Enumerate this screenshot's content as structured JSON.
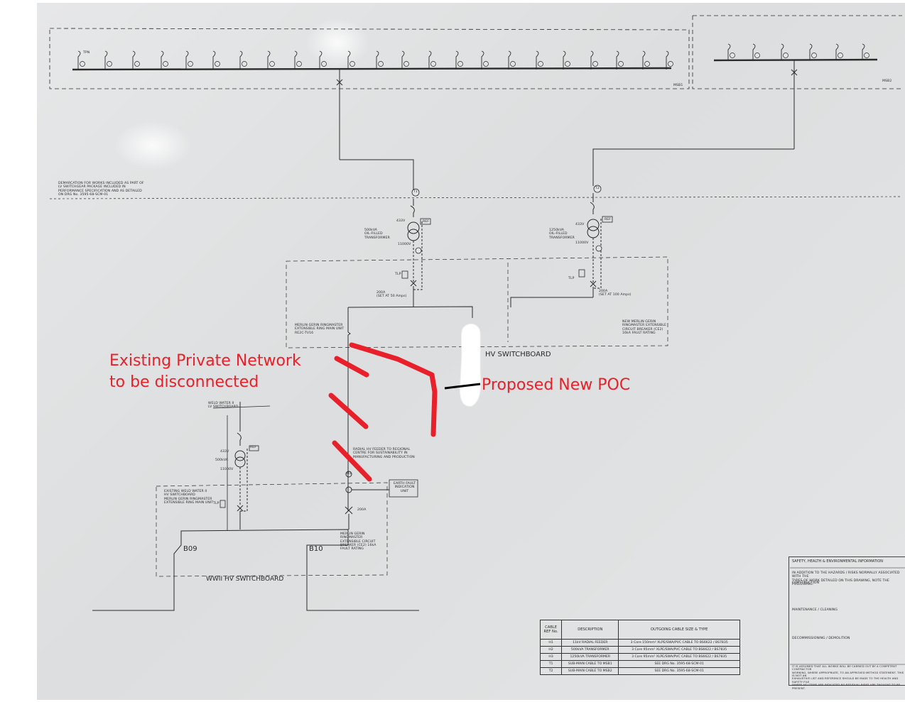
{
  "annotations": {
    "disconnect_note": "Existing Private Network\nto be disconnected",
    "poc_note": "Proposed New POC",
    "hv_switchboard_label": "HV SWITCHBOARD",
    "annotation_color": "#e8202a"
  },
  "msb": {
    "msb1_label": "MSB1",
    "msb2_label": "MSB2",
    "tpn_label": "TPN"
  },
  "demarcation_note": "DEMARCATION FOR WORKS INCLUDED AS PART OF\nLV SWITCHGEAR PACKAGE INCLUDED IN\nPERFORMANCE SPECIFICATION AND AS DETAILED\nON DRG No. 3595-68-SCM-01",
  "cable_tags": {
    "t1": "T1",
    "t2": "T2",
    "h1": "H1",
    "h2": "H2",
    "h3": "H3"
  },
  "transformer1": {
    "lv": "433V",
    "desc": "500kVA\nOIL-FILLED\nTRANSFORMER",
    "hv": "11000V",
    "ref": "REF",
    "tlp": "TLP",
    "breaker": "200A\n(SET AT 50 Amps)"
  },
  "transformer2": {
    "lv": "433V",
    "desc": "1250kVA\nOIL-FILLED\nTRANSFORMER",
    "hv": "11000V",
    "ref": "REF",
    "tlp": "TLP",
    "breaker": "200A\n(SET AT 100 Amps)"
  },
  "rmu_note": "MERLIN GERIN RINGMASTER\nEXTENSIBLE RING MAIN UNIT\nRE2C-TV16",
  "new_cb_note": "NEW MERLIN GERIN\nRINGMASTER EXTENSIBLE\nCIRCUIT BREAKER (CE2)\n16kA FAULT RATING",
  "weld_water": {
    "header": "WELD WATER II\nLV SWITCHBOARD",
    "lv": "433V",
    "kva": "500kVA",
    "hv": "11000V",
    "ref": "REF",
    "tlp": "TLP",
    "existing": "EXISTING WELD WATER II\nHV SWITCHBOARD\nMERLIN GERIN RINGMASTER\nEXTENSIBLE RING MAIN UNIT"
  },
  "radial_feeder_note": "RADIAL HV FEEDER TO REGIONAL\nCENTRE FOR SUSTAINABILITY IN\nMANUFACTURING AND PRODUCTION",
  "earth_fault_unit": "EARTH FAULT\nINDICATION\nUNIT",
  "breaker_200a": "200A",
  "merlin_cb_note": "MERLIN GERIN\nRINGMASTER\nEXTENSIBLE CIRCUIT\nBREAKER (CE2) 16kA\nFAULT RATING",
  "wwii": {
    "b09": "B09",
    "b10": "B10",
    "label": "WWII HV SWITCHBOARD"
  },
  "she_block": {
    "title": "SAFETY, HEALTH & ENVIRONMENTAL INFORMATION",
    "intro": "IN ADDITION TO THE HAZARDS / RISKS NORMALLY ASSOCIATED WITH THE\nTYPES OF WORK DETAILED ON THIS DRAWING, NOTE THE FOLLOWING:",
    "construction": "CONSTRUCTION",
    "maintenance": "MAINTENANCE / CLEANING",
    "decommissioning": "DECOMMISSIONING / DEMOLITION",
    "footer": "IT IS ASSUMED THAT ALL WORKS WILL BE CARRIED OUT BY A COMPETENT CONTRACTOR\nWORKING, WHERE APPROPRIATE, TO AN APPROVED METHOD STATEMENT. THIS IS NOT AN\nEXHAUSTIVE LIST AND REFERENCE SHOULD BE MADE TO THE HEALTH AND SAFETY FILE\nWHERE NO ITEMS ARE INDICATED NO RESIDUAL RISKS ARE THOUGHT TO BE PRESENT."
  },
  "cable_schedule": {
    "headers": [
      "CABLE\nREF No.",
      "DESCRIPTION",
      "OUTGOING CABLE SIZE & TYPE"
    ],
    "rows": [
      [
        "H1",
        "11kV RADIAL FEEDER",
        "3 Core 150mm² XLPE/SWA/PVC CABLE TO BS6622 / BS7835"
      ],
      [
        "H2",
        "500kVA TRANSFORMER",
        "3 Core 95mm² XLPE/SWA/PVC CABLE TO BS6622 / BS7835"
      ],
      [
        "H3",
        "1250kVA TRANSFORMER",
        "3 Core 95mm² XLPE/SWA/PVC CABLE TO BS6622 / BS7835"
      ],
      [
        "T1",
        "SUB-MAIN CABLE TO MSB1",
        "SEE DRG No. 3595-68-SCM-01"
      ],
      [
        "T2",
        "SUB-MAIN CABLE TO MSB2",
        "SEE DRG No. 3595-68-SCM-01"
      ]
    ]
  }
}
